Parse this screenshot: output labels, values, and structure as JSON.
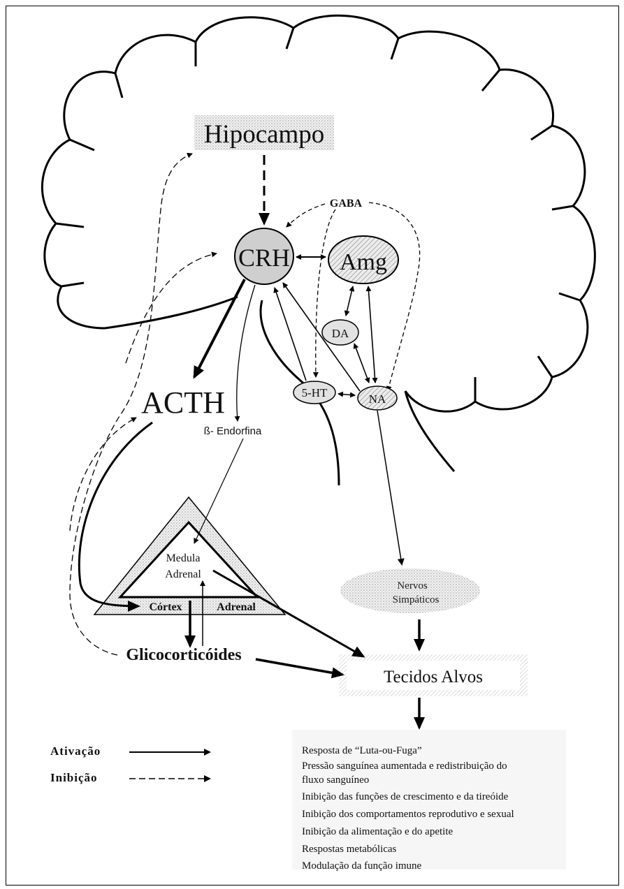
{
  "diagram": {
    "nodes": {
      "hipocampo": "Hipocampo",
      "crh": "CRH",
      "amg": "Amg",
      "gaba": "GABA",
      "da": "DA",
      "ht5": "5-HT",
      "na": "NA",
      "acth": "ACTH",
      "endorfina": "ß- Endorfina",
      "medula_line1": "Medula",
      "medula_line2": "Adrenal",
      "cortex": "Córtex",
      "adrenal": "Adrenal",
      "glicocorticoides": "Glicocorticóides",
      "nervos_line1": "Nervos",
      "nervos_line2": "Simpáticos",
      "tecidos": "Tecidos Alvos"
    },
    "responses": [
      "Resposta de “Luta-ou-Fuga”",
      "Pressão sanguínea aumentada e redistribuição do",
      "fluxo sanguíneo",
      "Inibição das funções de crescimento e da tireóide",
      "Inibição dos comportamentos reprodutivo e sexual",
      "Inibição da alimentação e do apetite",
      "Respostas metabólicas",
      "Modulação da função imune"
    ],
    "legend": {
      "activation": "Ativação",
      "inhibition": "Inibição"
    }
  }
}
